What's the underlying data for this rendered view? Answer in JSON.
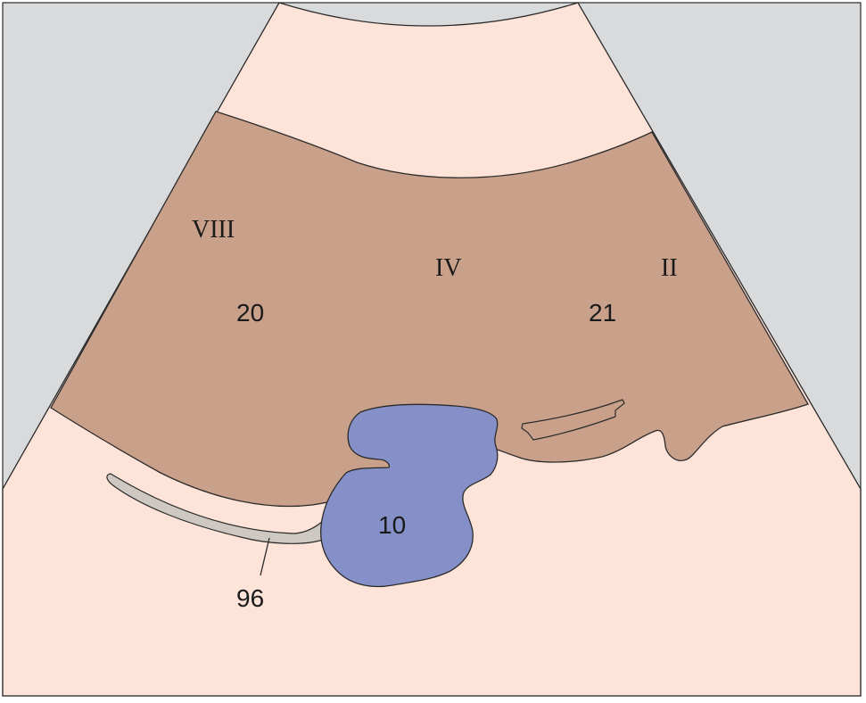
{
  "diagram": {
    "colors": {
      "background_gray": "#d9dadc",
      "sector_skin": "#fde3d8",
      "liver_tissue": "#c9a08a",
      "structure_10": "#8590c8",
      "structure_96": "#cdc8c2",
      "outline": "#2b2b2b"
    },
    "labels": {
      "segment_viii": "VIII",
      "segment_iv": "IV",
      "segment_ii": "II",
      "label_20": "20",
      "label_21": "21",
      "label_10": "10",
      "label_96": "96"
    }
  }
}
